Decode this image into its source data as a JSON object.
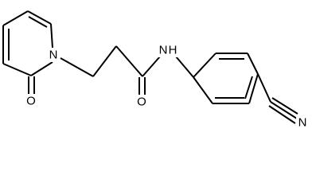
{
  "molecule": {
    "atom_labels": {
      "ring_nitrogen": "N",
      "ketone_oxygen": "O",
      "amide_oxygen": "O",
      "amide_nitrogen": "N",
      "amide_hydrogen": "H",
      "nitrile_nitrogen": "N"
    },
    "colors": {
      "bond": "#000000",
      "background": "#ffffff"
    }
  }
}
